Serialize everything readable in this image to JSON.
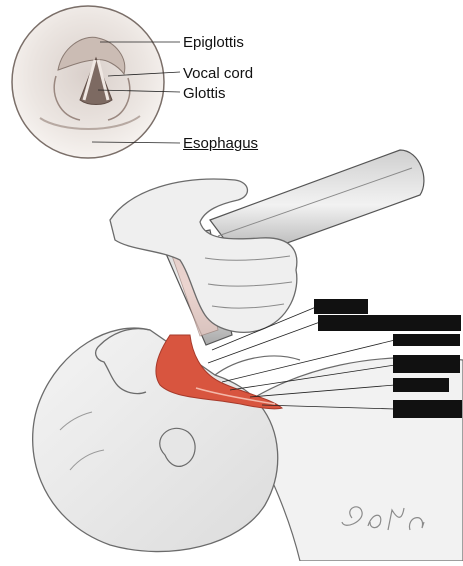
{
  "inset_labels": {
    "epiglottis": "Epiglottis",
    "vocal_cord": "Vocal cord",
    "glottis": "Glottis",
    "esophagus": "Esophagus"
  },
  "signature": "Sena",
  "colors": {
    "background": "#ffffff",
    "skin": "#ececec",
    "outline": "#6b6b6b",
    "airway_red": "#d8553f",
    "label_box": "#111111"
  }
}
